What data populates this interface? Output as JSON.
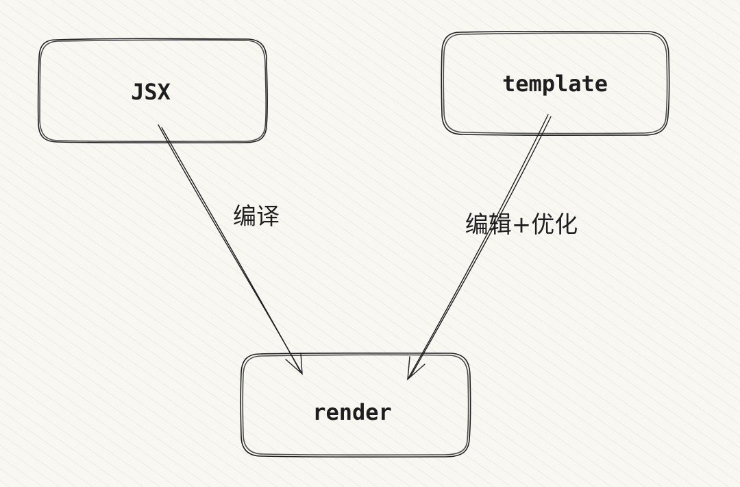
{
  "diagram": {
    "nodes": {
      "jsx": {
        "label": "JSX"
      },
      "template": {
        "label": "template"
      },
      "render": {
        "label": "render"
      }
    },
    "edges": {
      "jsx_to_render": {
        "label": "编译"
      },
      "template_to_render": {
        "label": "编辑+优化"
      }
    }
  },
  "colors": {
    "background": "#f8f7f2",
    "hatch": "#e6e3d8",
    "stroke": "#1e1e1e"
  }
}
